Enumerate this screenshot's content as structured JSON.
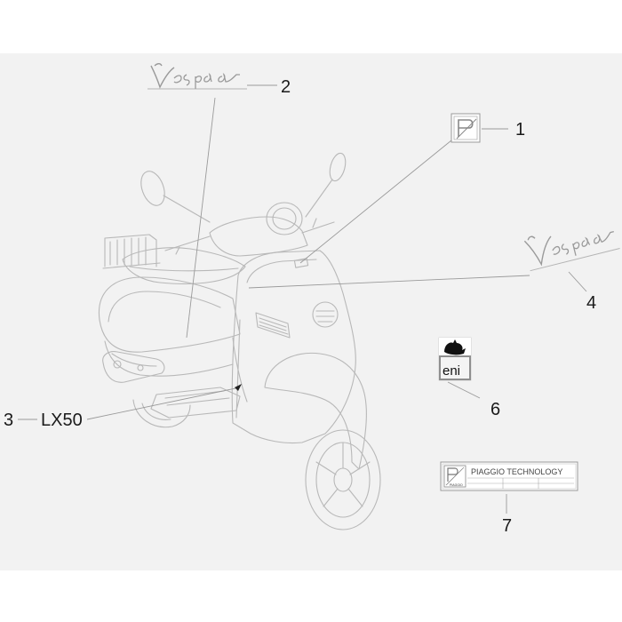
{
  "diagram": {
    "callouts": [
      {
        "id": "1",
        "label": "1"
      },
      {
        "id": "2",
        "label": "2"
      },
      {
        "id": "3",
        "label": "3",
        "text": "LX50"
      },
      {
        "id": "4",
        "label": "4"
      },
      {
        "id": "6",
        "label": "6"
      },
      {
        "id": "7",
        "label": "7"
      }
    ],
    "decals": {
      "vespa_script": "Vespa",
      "eni_logo_text": "eni",
      "plate_title": "PIAGGIO TECHNOLOGY",
      "plate_small_brand": "PIAGGIO"
    },
    "colors": {
      "background": "#f2f2f2",
      "line": "#b4b4b4",
      "leader": "#9a9a9a",
      "text": "#1a1a1a"
    }
  }
}
